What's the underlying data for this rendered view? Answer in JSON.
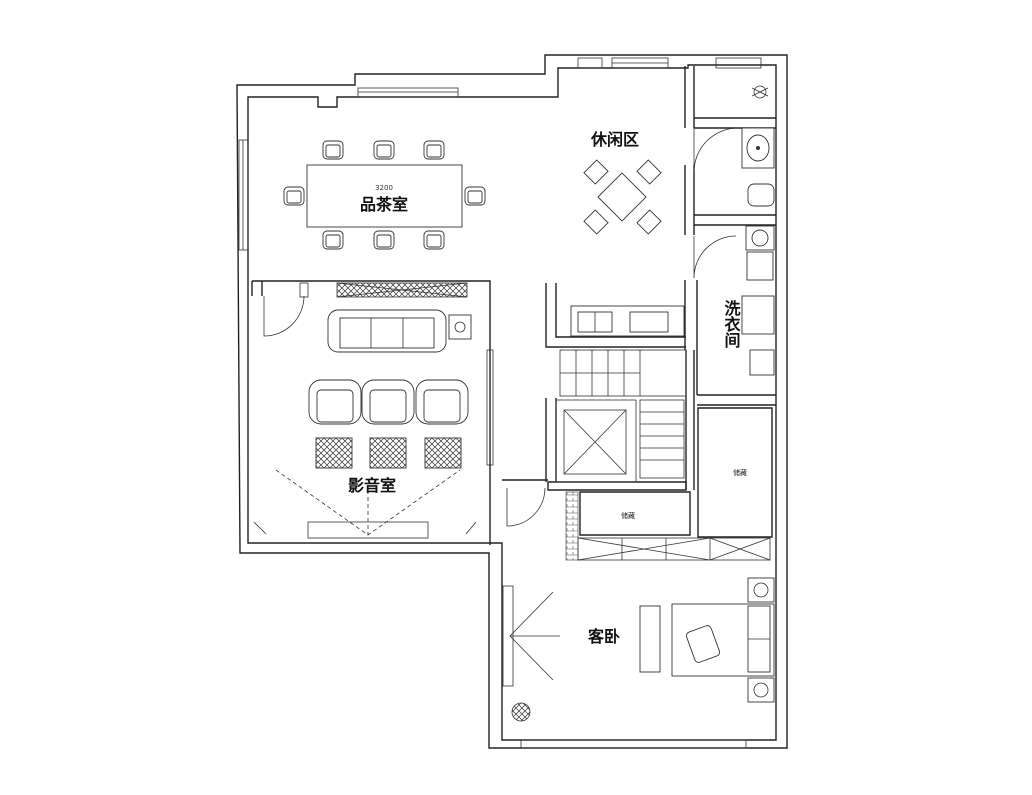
{
  "rooms": {
    "tea_room": "品茶室",
    "leisure_area": "休闲区",
    "laundry": "洗衣间",
    "av_room": "影音室",
    "guest_bedroom": "客卧",
    "storage_1": "储藏",
    "storage_2": "储藏"
  },
  "dimensions": {
    "tea_table_length": "3200"
  }
}
